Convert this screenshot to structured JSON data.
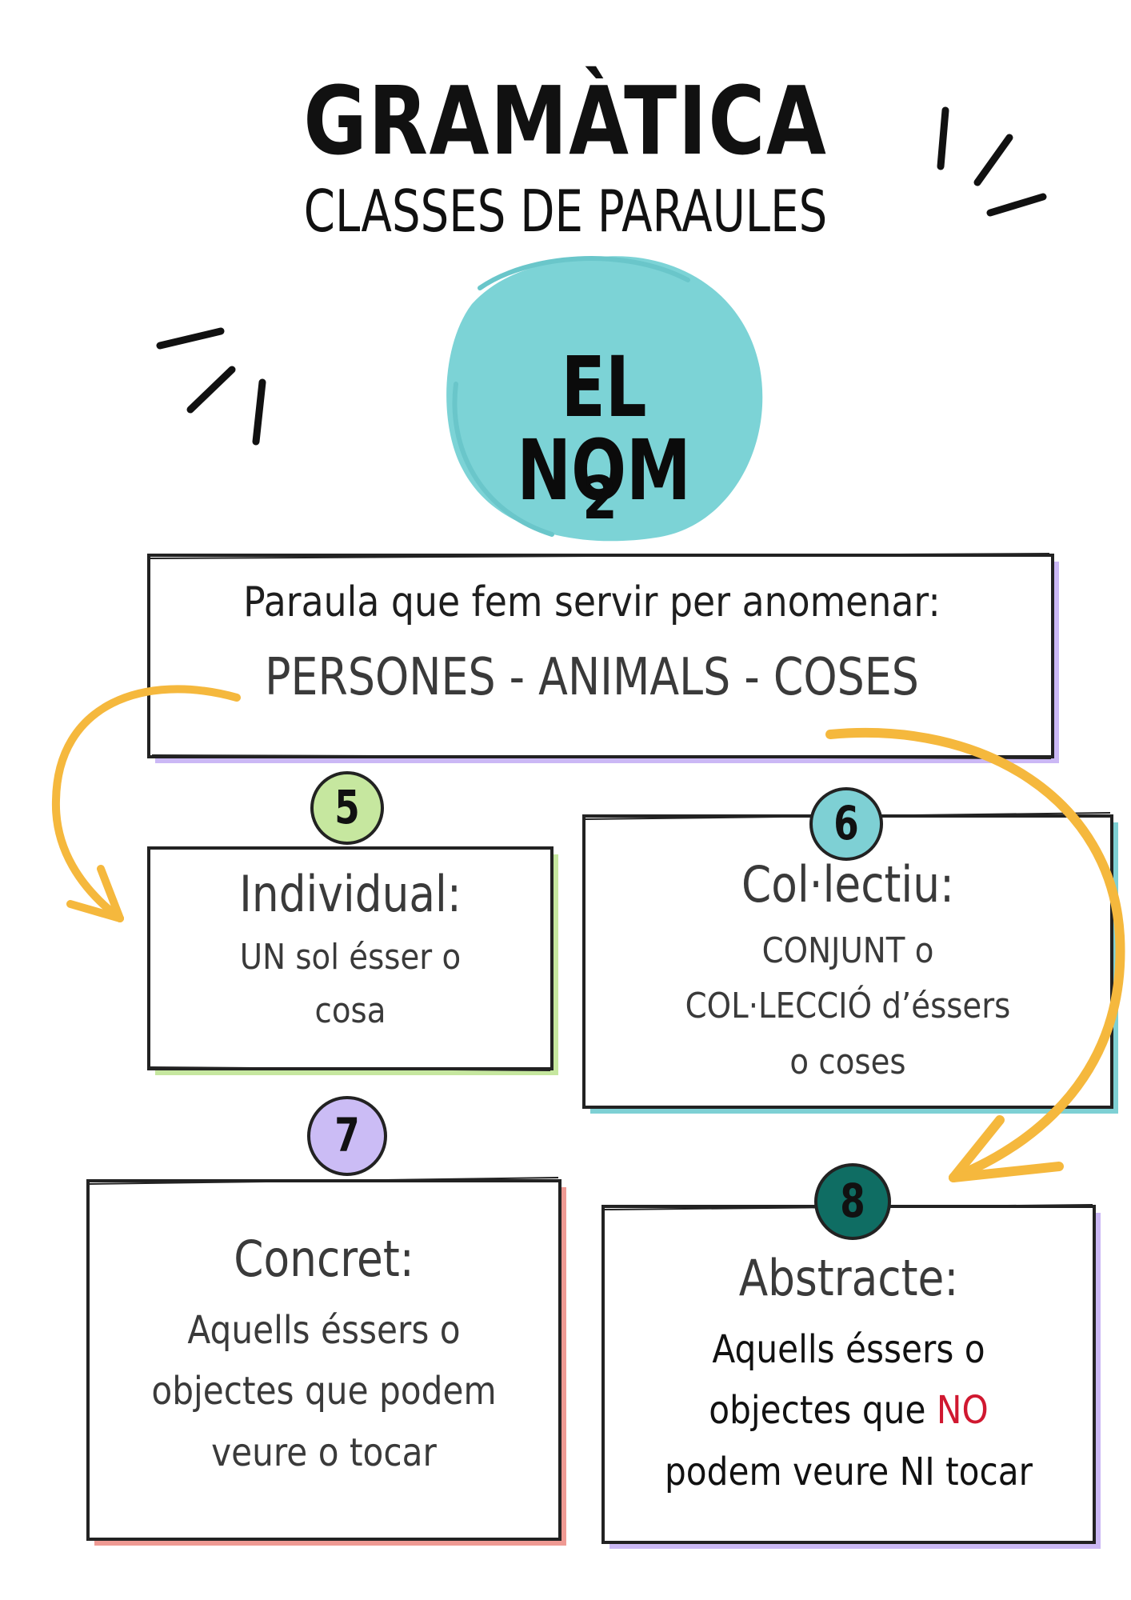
{
  "header": {
    "title": "GRAMÀTICA",
    "subtitle": "CLASSES DE PARAULES"
  },
  "topic": {
    "title": "EL NOM",
    "number": "2"
  },
  "definition": {
    "line1": "Paraula que fem servir per anomenar:",
    "line2": "PERSONES - ANIMALS - COSES"
  },
  "boxes": [
    {
      "number": "5",
      "heading": "Individual:",
      "lines": [
        "UN sol ésser o",
        "cosa"
      ]
    },
    {
      "number": "6",
      "heading": "Col·lectiu:",
      "lines": [
        "CONJUNT o",
        "COL·LECCIÓ d’éssers",
        "o coses"
      ]
    },
    {
      "number": "7",
      "heading": "Concret:",
      "lines": [
        "Aquells éssers o",
        "objectes que podem",
        "veure o tocar"
      ]
    },
    {
      "number": "8",
      "heading": "Abstracte:",
      "line1": "Aquells éssers o",
      "line2_before": "objectes que ",
      "line2_highlight": "NO",
      "line3": "podem veure NI tocar"
    }
  ],
  "colors": {
    "blob": "#7cd3d6",
    "arrow": "#f5b83d",
    "badge_5": "#c6e79f",
    "badge_6": "#7ed0d4",
    "badge_7": "#cbbcf5",
    "badge_8": "#0f6d63",
    "shadow_definition": "#cbb8f5",
    "shadow_individual": "#c6e79f",
    "shadow_collectiu": "#7ed0d4",
    "shadow_concret": "#ef9a93",
    "shadow_abstracte": "#cbb8f5",
    "highlight_no": "#d01830"
  }
}
